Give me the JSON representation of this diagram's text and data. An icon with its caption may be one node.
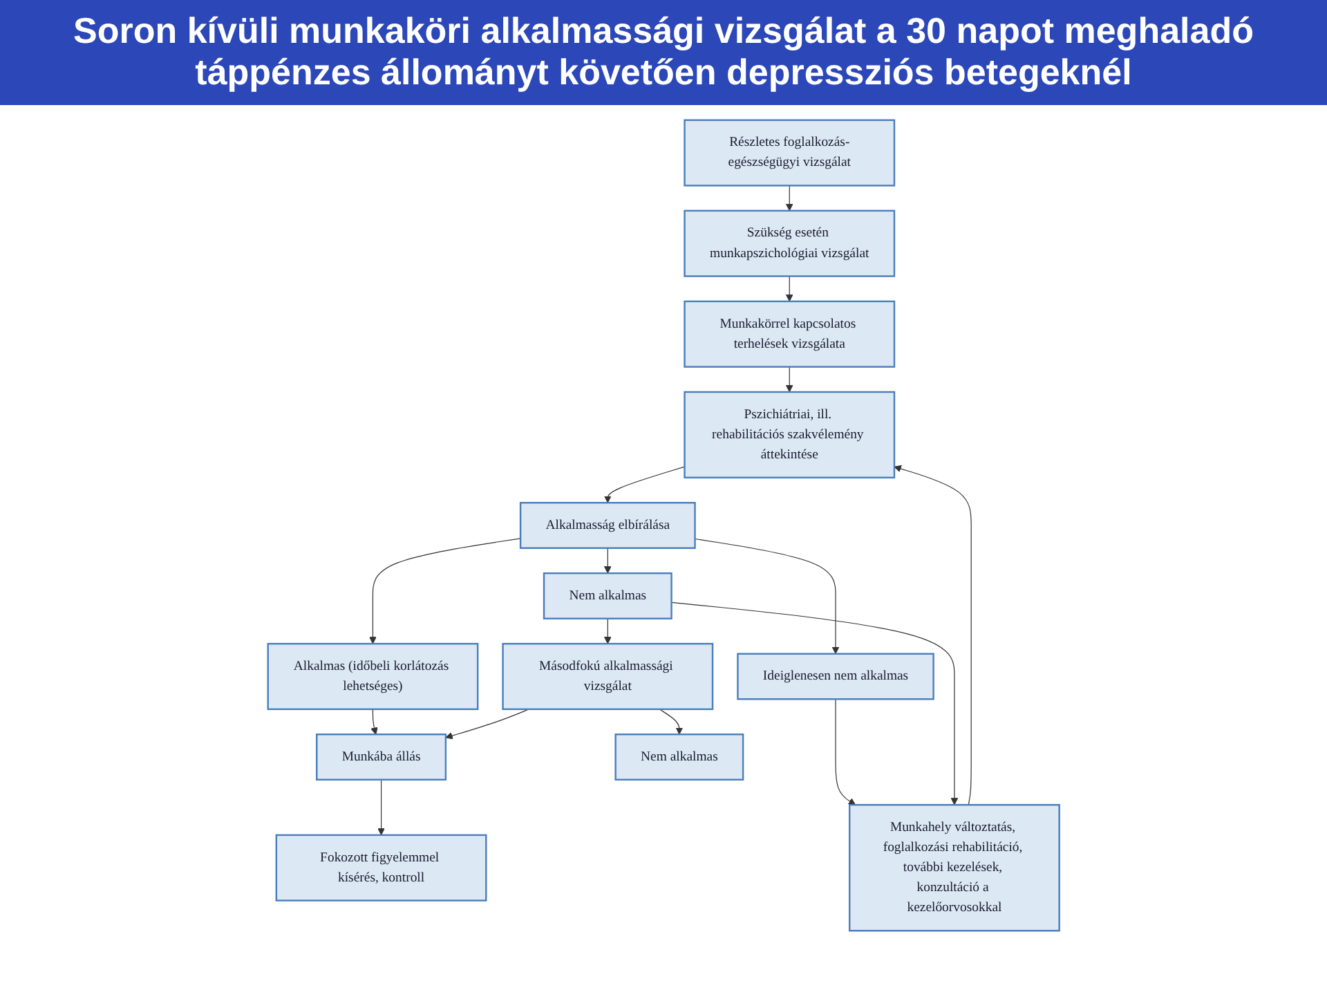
{
  "diagram": {
    "title": "Soron kívüli munkaköri alkalmassági vizsgálat a 30 napot meghaladó táppénzes állományt követően depressziós betegeknél",
    "nodes": [
      {
        "text": [
          "Részletes foglalkozás-egészségügyi vizsgálat"
        ]
      },
      {
        "text": [
          "Szükség esetén munkapszichológiai vizsgálat"
        ]
      },
      {
        "text": [
          "Munkakörrel kapcsolatos terhelések vizsgálata"
        ]
      },
      {
        "text": [
          "Pszichiátriai, ill. rehabilitációs szakvélemény áttekintése"
        ]
      },
      {
        "text": [
          "Alkalmasság elbírálása"
        ]
      },
      {
        "text": [
          "Nem alkalmas"
        ]
      },
      {
        "text": [
          "Alkalmas (időbeli korlátozás lehetséges)"
        ]
      },
      {
        "text": [
          "Ideiglenesen nem alkalmas"
        ]
      },
      {
        "text": [
          "Másodfokú alkalmassági vizsgálat"
        ]
      },
      {
        "text": [
          "Munkába állás"
        ]
      },
      {
        "text": [
          "Munkahely változtatás, foglalkozási rehabilitáció, további kezelések, konzultáció a kezelőorvosokkal"
        ]
      },
      {
        "text": [
          "Nem alkalmas"
        ]
      },
      {
        "text": [
          "Fokozott figyelemmel kísérés, kontroll"
        ]
      }
    ],
    "edges": [
      {
        "from": 0,
        "to": 1,
        "arrow": "to"
      },
      {
        "from": 1,
        "to": 2,
        "arrow": "to"
      },
      {
        "from": 2,
        "to": 3,
        "arrow": "to"
      },
      {
        "from": 3,
        "to": 4,
        "arrow": "to"
      },
      {
        "from": 4,
        "to": 5,
        "arrow": "to"
      },
      {
        "from": 4,
        "to": 6,
        "arrow": "to"
      },
      {
        "from": 4,
        "to": 7,
        "arrow": "to"
      },
      {
        "from": 5,
        "to": 8,
        "arrow": "to"
      },
      {
        "from": 6,
        "to": 9,
        "arrow": "to"
      },
      {
        "from": 7,
        "to": 10,
        "arrow": "to"
      },
      {
        "from": 8,
        "to": 9,
        "arrow": "to"
      },
      {
        "from": 8,
        "to": 11,
        "arrow": "to"
      },
      {
        "from": 9,
        "to": 12,
        "arrow": "to"
      },
      {
        "from": 10,
        "to": 3,
        "arrow": "to"
      },
      {
        "from": 5,
        "to": 10,
        "arrow": "to"
      }
    ]
  }
}
